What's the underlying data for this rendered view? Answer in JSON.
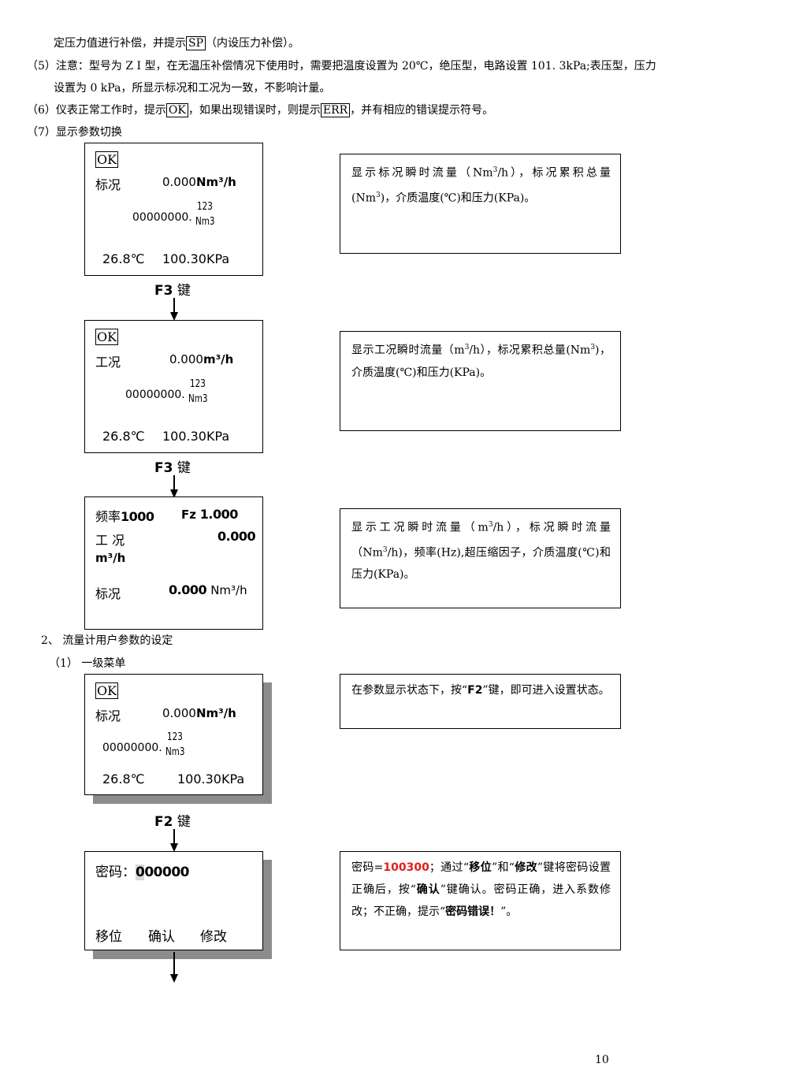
{
  "intro": {
    "line1_pre": "定压力值进行补偿，并提示",
    "line1_box": "SP",
    "line1_post": "（内设压力补偿）。",
    "line2": "（5）注意：型号为 Z I 型，在无温压补偿情况下使用时，需要把温度设置为 20℃，绝压型，电路设置 101. 3kPa;表压型，压力",
    "line3": "设置为 0  kPa，所显示标况和工况为一致，不影响计量。",
    "line4_pre": "（6）仪表正常工作时，提示",
    "line4_box1": "OK",
    "line4_mid": "，如果出现错误时，则提示",
    "line4_box2": "ERR",
    "line4_post": "，并有相应的错误提示符号。",
    "line5": "（7）显示参数切换"
  },
  "screens": {
    "s1": {
      "status": "OK",
      "label": "标况",
      "flow": "0.000",
      "flow_unit": "Nm³/h",
      "total": "00000000.",
      "total_frac": "123",
      "total_unit": "Nm3",
      "temp": "26.8℃",
      "pressure": "100.30KPa"
    },
    "s2": {
      "status": "OK",
      "label": "工况",
      "flow": "0.000",
      "flow_unit": "m³/h",
      "total": "00000000.",
      "total_frac": "123",
      "total_unit": "Nm3",
      "temp": "26.8℃",
      "pressure": "100.30KPa"
    },
    "s3": {
      "freq_label": "频率",
      "freq_value": "1000",
      "fz_label": "Fz",
      "fz_value": "1.000",
      "work_label": "工 况",
      "work_value": "0.000",
      "work_unit": "m³/h",
      "std_label": "标况",
      "std_value": "0.000",
      "std_unit": "Nm³/h"
    },
    "s4": {
      "status": "OK",
      "label": "标况",
      "flow": "0.000",
      "flow_unit": "Nm³/h",
      "total": "00000000.",
      "total_frac": "123",
      "total_unit": "Nm3",
      "temp": "26.8℃",
      "pressure": "100.30KPa"
    },
    "s5": {
      "password_label": "密码：",
      "password_cursor": "0",
      "password_rest": "00000",
      "btn_shift": "移位",
      "btn_confirm": "确认",
      "btn_modify": "修改"
    }
  },
  "keys": {
    "f3_a": "F3",
    "f3_b": "F3",
    "f2": "F2",
    "key_suffix": "键"
  },
  "descriptions": {
    "d1": {
      "p1": "显示标况瞬时流量（Nm",
      "sup1": "3",
      "p2": "/h），标况累积总量(Nm",
      "sup2": "3",
      "p3": ")，介质温度(℃)和压力(KPa)。"
    },
    "d2": {
      "p1": "显示工况瞬时流量（m",
      "sup1": "3",
      "p2": "/h），标况累积总量(Nm",
      "sup2": "3",
      "p3": ")，介质温度(℃)和压力(KPa)。"
    },
    "d3": {
      "p1": "显示工况瞬时流量（m",
      "sup1": "3",
      "p2": "/h），标况瞬时流量（Nm",
      "sup2": "3",
      "p3": "/h)，频率(Hz),超压缩因子，介质温度(℃)和压力(KPa)。"
    },
    "d4": {
      "p1": "在参数显示状态下，按“",
      "key": "F2",
      "p2": "”键，即可进入设置状态。"
    },
    "d5": {
      "p1": "密码=",
      "pw": "100300",
      "p2": "；通过“",
      "k1": "移位",
      "p3": "”和“",
      "k2": "修改",
      "p4": "”键将密码设置正确后，按“",
      "k3": "确认",
      "p5": "”键确认。密码正确，进入系数修改；不正确，提示“",
      "k4": "密码错误！",
      "p6": "”。"
    }
  },
  "section2": {
    "title": "2、  流量计用户参数的设定",
    "sub": "（1）     一级菜单"
  },
  "page_number": "10"
}
